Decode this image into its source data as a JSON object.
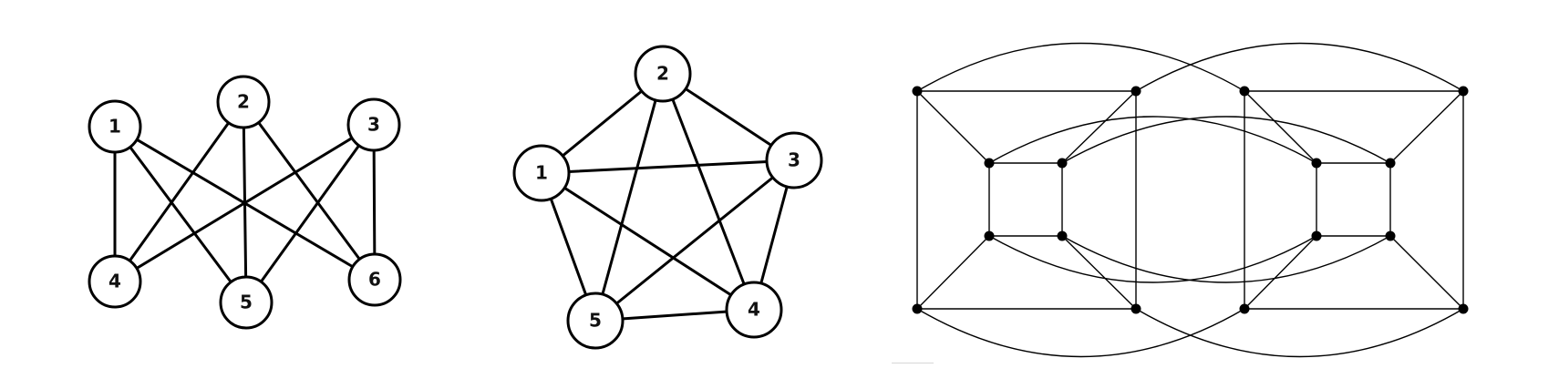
{
  "diagrams": [
    {
      "id": "k33",
      "nodes": [
        {
          "label": "1"
        },
        {
          "label": "2"
        },
        {
          "label": "3"
        },
        {
          "label": "4"
        },
        {
          "label": "5"
        },
        {
          "label": "6"
        }
      ],
      "edges": [
        [
          "1",
          "4"
        ],
        [
          "1",
          "5"
        ],
        [
          "1",
          "6"
        ],
        [
          "2",
          "4"
        ],
        [
          "2",
          "5"
        ],
        [
          "2",
          "6"
        ],
        [
          "3",
          "4"
        ],
        [
          "3",
          "5"
        ],
        [
          "3",
          "6"
        ]
      ]
    },
    {
      "id": "k5",
      "nodes": [
        {
          "label": "1"
        },
        {
          "label": "2"
        },
        {
          "label": "3"
        },
        {
          "label": "4"
        },
        {
          "label": "5"
        }
      ],
      "edges": [
        [
          "1",
          "2"
        ],
        [
          "1",
          "3"
        ],
        [
          "1",
          "4"
        ],
        [
          "1",
          "5"
        ],
        [
          "2",
          "3"
        ],
        [
          "2",
          "4"
        ],
        [
          "2",
          "5"
        ],
        [
          "3",
          "4"
        ],
        [
          "3",
          "5"
        ],
        [
          "4",
          "5"
        ]
      ]
    },
    {
      "id": "dot-graph",
      "node_count": 16
    }
  ],
  "style": {
    "stroke_color": "#000000",
    "node_fill": "#ffffff",
    "background": "#ffffff"
  }
}
